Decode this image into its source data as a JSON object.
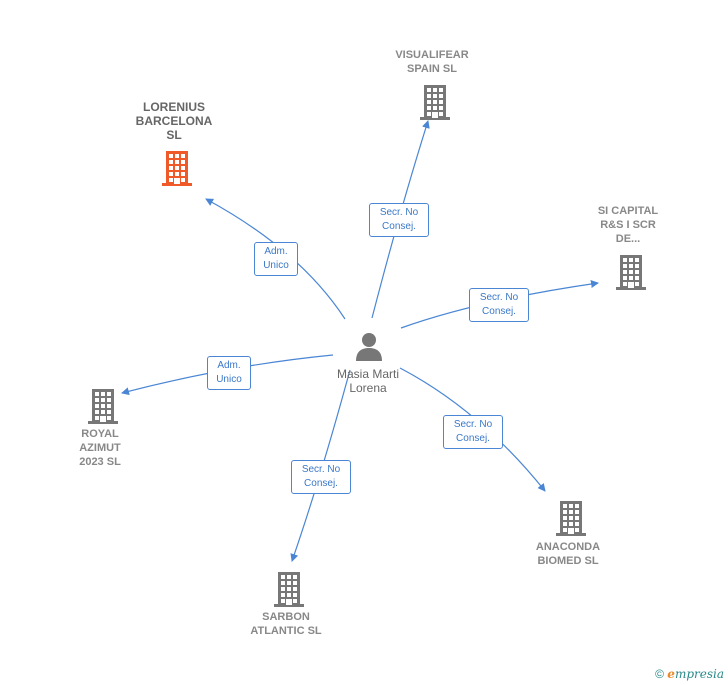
{
  "center": {
    "name": "Masia Marti\nLorena"
  },
  "companies": [
    {
      "id": "lorenius",
      "name": "LORENIUS\nBARCELONA\nSL",
      "color": "#f05a28"
    },
    {
      "id": "visualifear",
      "name": "VISUALIFEAR\nSPAIN  SL",
      "color": "#777777"
    },
    {
      "id": "sicapital",
      "name": "SI CAPITAL\nR&S I SCR\nDE...",
      "color": "#777777"
    },
    {
      "id": "royal",
      "name": "ROYAL\nAZIMUT\n2023  SL",
      "color": "#777777"
    },
    {
      "id": "sarbon",
      "name": "SARBON\nATLANTIC  SL",
      "color": "#777777"
    },
    {
      "id": "anaconda",
      "name": "ANACONDA\nBIOMED  SL",
      "color": "#777777"
    }
  ],
  "edges": [
    {
      "to": "lorenius",
      "label": "Adm.\nUnico"
    },
    {
      "to": "visualifear",
      "label": "Secr.  No\nConsej."
    },
    {
      "to": "sicapital",
      "label": "Secr.  No\nConsej."
    },
    {
      "to": "royal",
      "label": "Adm.\nUnico"
    },
    {
      "to": "sarbon",
      "label": "Secr.  No\nConsej."
    },
    {
      "to": "anaconda",
      "label": "Secr.  No\nConsej."
    }
  ],
  "colors": {
    "edge": "#4a86d4",
    "person": "#777777"
  },
  "watermark": {
    "copyright": "©",
    "brand_initial": "e",
    "brand_rest": "mpresia"
  }
}
